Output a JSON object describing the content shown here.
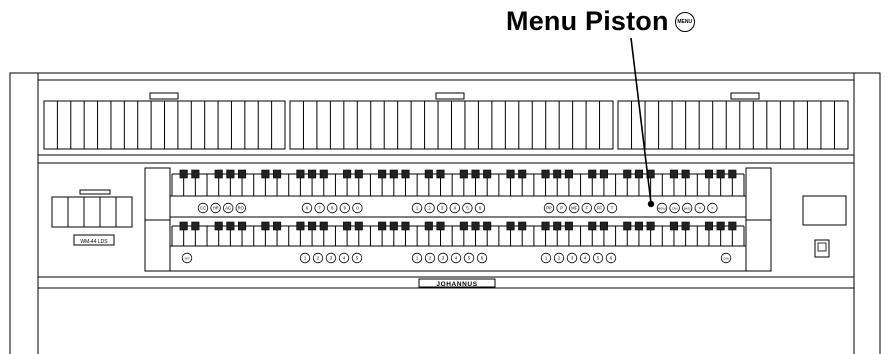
{
  "callout": {
    "label": "Menu Piston",
    "badge_text": "MENU"
  },
  "brand_label": "JOHANNUS",
  "model_label": "WM-44 LDS",
  "pistons_upper": [
    {
      "group": "general",
      "items": [
        "CC",
        "HR",
        "AC",
        "RO"
      ]
    },
    {
      "group": "swell",
      "items": [
        "6",
        "7",
        "8",
        "9",
        "0"
      ]
    },
    {
      "group": "great",
      "items": [
        "1",
        "2",
        "3",
        "4",
        "5",
        "6"
      ]
    },
    {
      "group": "dynamics",
      "items": [
        "PP",
        "P",
        "MF",
        "F",
        "FF",
        "T"
      ]
    },
    {
      "group": "functions",
      "items": [
        "MENU",
        "CAN",
        "BASS",
        "<",
        ">"
      ]
    }
  ],
  "pistons_lower": [
    {
      "group": "set",
      "items": [
        "SET"
      ]
    },
    {
      "group": "swell",
      "items": [
        "1",
        "2",
        "3",
        "4",
        "5"
      ]
    },
    {
      "group": "great",
      "items": [
        "1",
        "2",
        "3",
        "4",
        "5",
        "6"
      ]
    },
    {
      "group": "general",
      "items": [
        "1",
        "2",
        "3",
        "4",
        "5",
        "6"
      ]
    },
    {
      "group": "cancel",
      "items": [
        "CAN"
      ]
    }
  ],
  "colors": {
    "line": "#000000",
    "background": "#ffffff",
    "tab_fill": "#222222"
  }
}
